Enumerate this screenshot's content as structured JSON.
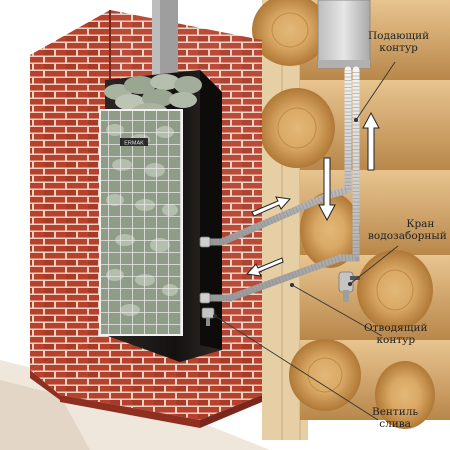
{
  "diagram": {
    "labels": {
      "supply": {
        "line1": "Подающий",
        "line2": "контур"
      },
      "tap": {
        "line1": "Кран",
        "line2": "водозаборный"
      },
      "return": {
        "line1": "Отводящий",
        "line2": "контур"
      },
      "drain": {
        "line1": "Вентиль",
        "line2": "слива"
      }
    },
    "stove_brand": "ERMAK"
  },
  "colors": {
    "brick": "#b8412e",
    "brick_dark": "#8f2f22",
    "mortar": "#e9d2c2",
    "wood": "#d9b37a",
    "wood_ring": "#b58346",
    "stove_body": "#1e1b1a",
    "cage": "#dcdcdc",
    "stones": "#a9b3a0",
    "pipe": "#d6d6d6",
    "tank": "#c9c9c9",
    "leader": "#333333"
  }
}
